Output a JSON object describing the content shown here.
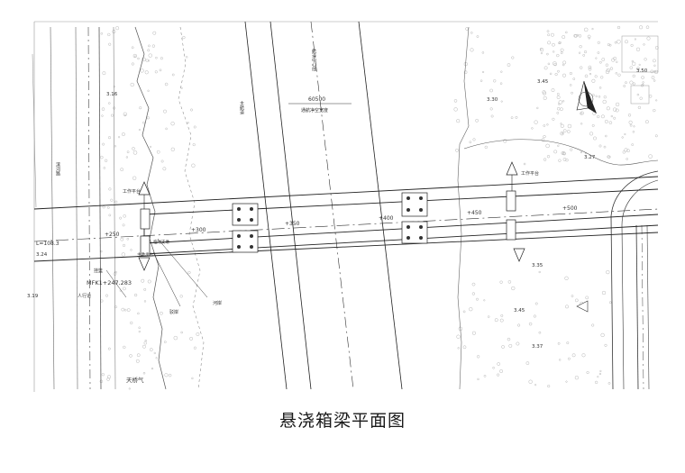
{
  "caption": "悬浇箱梁平面图",
  "stations": [
    "+250",
    "+300",
    "+350",
    "+400",
    "+450",
    "+500"
  ],
  "labels": {
    "river_center": "航道中心线",
    "navigation_clearance": "60500",
    "navigation_note": "通航净空宽度",
    "left_channel": "主航道",
    "work_platform_left": "工作平台",
    "work_platform_right": "工作平台",
    "road_left": "滨河路",
    "mileage": "MFK1+247.283",
    "hanging_basket": "挂篮",
    "sidewalk": "人行道",
    "bank_left": "河岸",
    "revetment": "驳岸",
    "temp_support": "临时支墩",
    "pier": "主墩承台",
    "top_left_value": "L=108.3",
    "weather": "天桥气"
  },
  "elevation_spots": [
    "3.16",
    "3.30",
    "3.45",
    "3.27",
    "3.35",
    "3.45",
    "3.37",
    "3.19",
    "3.24",
    "3.50"
  ],
  "colors": {
    "line": "#222222",
    "faint": "#9a9a9a",
    "dot": "#b8b8b8"
  }
}
